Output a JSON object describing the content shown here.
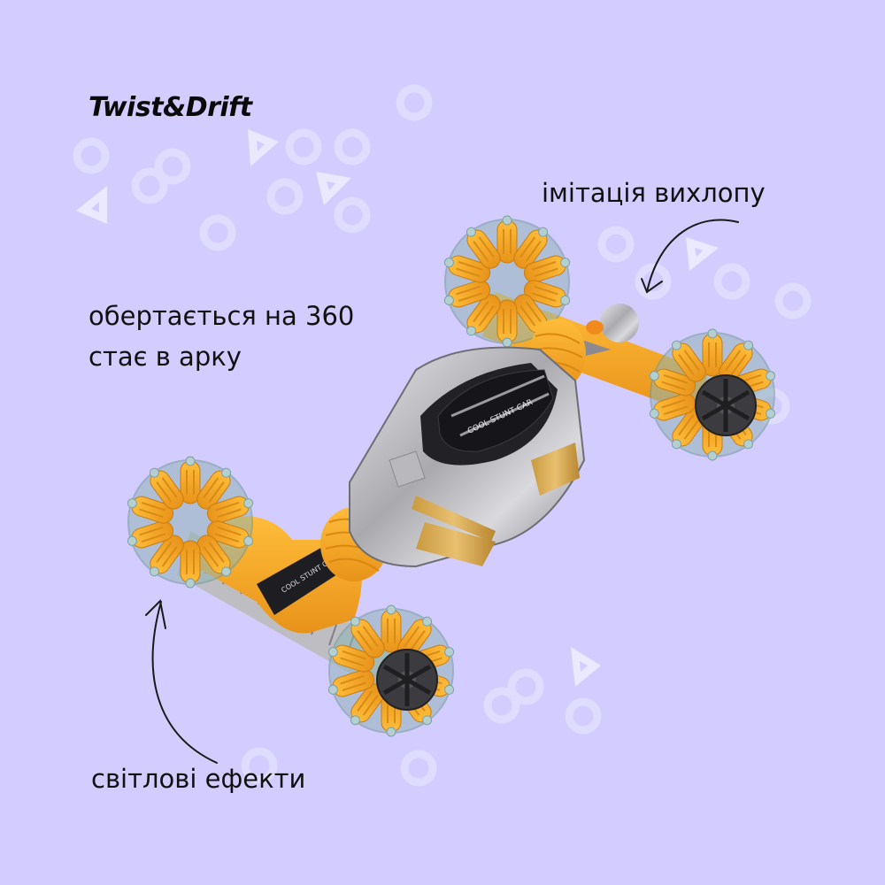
{
  "title": "Twist&Drift",
  "captions": {
    "exhaust": "імітація вихлопу",
    "rotate_line1": "обертається на 360",
    "rotate_line2": "стає в арку",
    "lights": "світлові ефекти"
  },
  "product": {
    "label": "COOL STUNT CAR",
    "image": "toy-stunt-car-twist-drift"
  },
  "colors": {
    "background": "#d2ccff",
    "decor": "#e2dfff",
    "body_orange": "#f5a623",
    "chrome": "#b8b8bc",
    "dark": "#1e1e22",
    "text": "#111111"
  }
}
